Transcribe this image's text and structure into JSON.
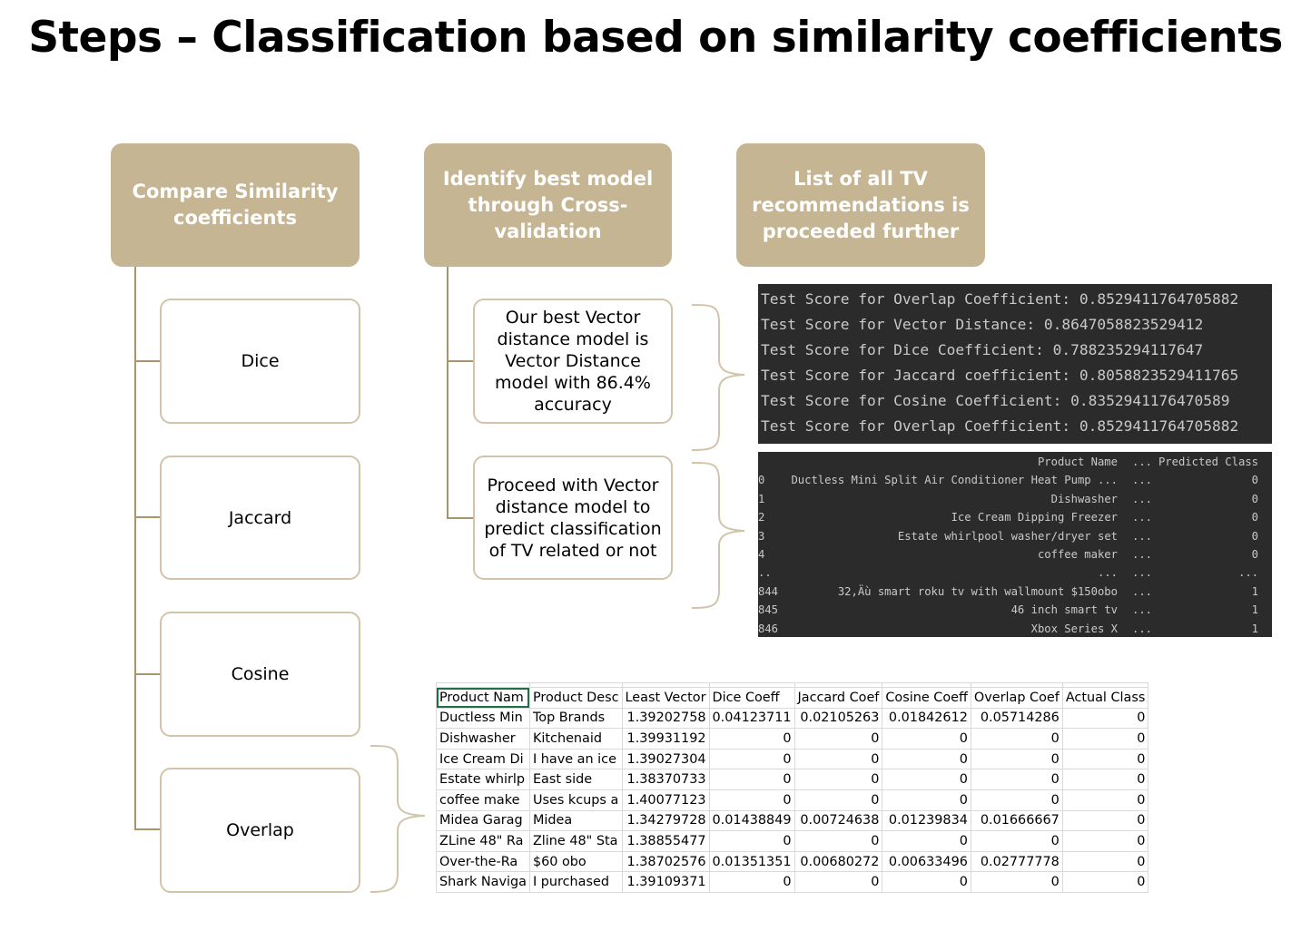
{
  "title": "Steps – Classification based on similarity coefficients",
  "headers": {
    "compare": "Compare Similarity coefficients",
    "identify": "Identify best model through Cross-validation",
    "list": "List of all TV recommendations is proceeded further"
  },
  "coefficients": [
    "Dice",
    "Jaccard",
    "Cosine",
    "Overlap"
  ],
  "findings": {
    "best_model": "Our best Vector distance model is Vector Distance model with 86.4% accuracy",
    "proceed": "Proceed with Vector distance model to predict classification of TV related or not"
  },
  "scores_output": [
    "Test Score for Overlap Coefficient: 0.8529411764705882",
    "Test Score for Vector Distance: 0.8647058823529412",
    "Test Score for Dice Coefficient: 0.788235294117647",
    "Test Score for Jaccard coefficient: 0.8058823529411765",
    "Test Score for Cosine Coefficient: 0.8352941176470589",
    "Test Score for Overlap Coefficient: 0.8529411764705882"
  ],
  "prediction_output": {
    "header": {
      "name": "Product Name",
      "dots": "...",
      "cls": "Predicted Class"
    },
    "rows": [
      {
        "idx": "0",
        "name": "Ductless Mini Split Air Conditioner Heat Pump ...",
        "dots": "...",
        "cls": "0"
      },
      {
        "idx": "1",
        "name": "Dishwasher",
        "dots": "...",
        "cls": "0"
      },
      {
        "idx": "2",
        "name": "Ice Cream Dipping Freezer",
        "dots": "...",
        "cls": "0"
      },
      {
        "idx": "3",
        "name": "Estate whirlpool washer/dryer set",
        "dots": "...",
        "cls": "0"
      },
      {
        "idx": "4",
        "name": "coffee maker",
        "dots": "...",
        "cls": "0"
      },
      {
        "idx": "..",
        "name": "...",
        "dots": "...",
        "cls": "..."
      },
      {
        "idx": "844",
        "name": "32,Äù smart roku tv with wallmount $150obo",
        "dots": "...",
        "cls": "1"
      },
      {
        "idx": "845",
        "name": "46 inch smart tv",
        "dots": "...",
        "cls": "1"
      },
      {
        "idx": "846",
        "name": "Xbox Series X",
        "dots": "...",
        "cls": "1"
      }
    ]
  },
  "spreadsheet": {
    "headers": [
      "Product Nam",
      "Product Desc",
      "Least Vector",
      "Dice Coeff",
      "Jaccard Coef",
      "Cosine Coeff",
      "Overlap Coef",
      "Actual Class"
    ],
    "rows": [
      [
        "Ductless Min",
        "Top Brands",
        "1.39202758",
        "0.04123711",
        "0.02105263",
        "0.01842612",
        "0.05714286",
        "0"
      ],
      [
        "Dishwasher",
        "Kitchenaid",
        "1.39931192",
        "0",
        "0",
        "0",
        "0",
        "0"
      ],
      [
        "Ice Cream Di",
        "I have an ice",
        "1.39027304",
        "0",
        "0",
        "0",
        "0",
        "0"
      ],
      [
        "Estate whirlp",
        "East side",
        "1.38370733",
        "0",
        "0",
        "0",
        "0",
        "0"
      ],
      [
        "coffee make",
        "Uses kcups a",
        "1.40077123",
        "0",
        "0",
        "0",
        "0",
        "0"
      ],
      [
        "Midea Garag",
        "Midea",
        "1.34279728",
        "0.01438849",
        "0.00724638",
        "0.01239834",
        "0.01666667",
        "0"
      ],
      [
        "ZLine 48\" Ra",
        "Zline 48\" Sta",
        "1.38855477",
        "0",
        "0",
        "0",
        "0",
        "0"
      ],
      [
        "Over-the-Ra",
        "$60 obo",
        "1.38702576",
        "0.01351351",
        "0.00680272",
        "0.00633496",
        "0.02777778",
        "0"
      ],
      [
        "Shark Naviga",
        "I purchased",
        "1.39109371",
        "0",
        "0",
        "0",
        "0",
        "0"
      ]
    ]
  },
  "colors": {
    "header_fill": "#c6b592",
    "box_border": "#d2c4a8",
    "connector": "#a8946f",
    "terminal_bg": "#2b2b2b",
    "terminal_text": "#c9c9c9"
  }
}
